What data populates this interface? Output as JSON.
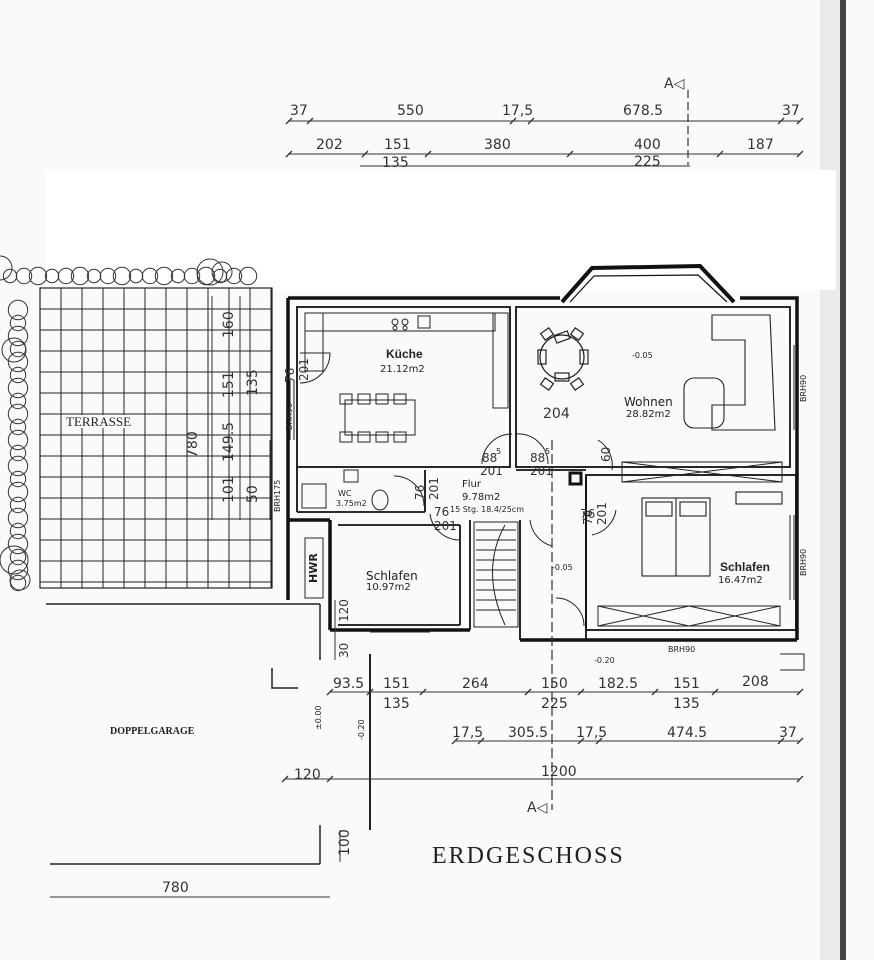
{
  "title": "ERDGESCHOSS",
  "section_marks": {
    "top": "A◁",
    "bottom": "A◁"
  },
  "rooms": {
    "kueche": {
      "name": "Küche",
      "area": "21.12m2"
    },
    "wohnen": {
      "name": "Wohnen",
      "area": "28.82m2"
    },
    "flur": {
      "name": "Flur",
      "area": "9.78m2"
    },
    "stair": "15 Stg. 18.4/25cm",
    "wc": {
      "name": "WC",
      "area": "3.75m2"
    },
    "schlafen_left": {
      "name": "Schlafen",
      "area": "10.97m2"
    },
    "schlafen_right": {
      "name": "Schlafen",
      "area": "16.47m2"
    },
    "hwr": "HWR",
    "terrasse": "TERRASSE",
    "doppelgarage": "DOPPELGARAGE"
  },
  "levels": {
    "l1": "-0.05",
    "l2": "-0.05",
    "l3": "-0.20",
    "l4": "±0.00",
    "l5": "-0.20"
  },
  "brh": {
    "b1": "BRH90",
    "b2": "BRH90",
    "b3": "BRH175",
    "b4": "BRH90",
    "b5": "BRH90"
  },
  "dims_top": {
    "row1": [
      "37",
      "550",
      "17,5",
      "678.5",
      "37"
    ],
    "row2": [
      "202",
      "151",
      "380",
      "400",
      "187"
    ],
    "row2_sub": [
      "135",
      "225"
    ]
  },
  "dims_interior": {
    "kueche_door": [
      "76",
      "201"
    ],
    "wohnen_width": "204",
    "flur_doors": [
      "88",
      "5",
      "201",
      "88",
      "5",
      "201"
    ],
    "chimney": "60",
    "flur_76a": "76",
    "flur_201a": "201",
    "flur_76b": "76",
    "flur_201b": "201",
    "flur_76c": "76",
    "schlafen_r_door": [
      "76",
      "201"
    ],
    "garage_120": "120",
    "garage_30": "30"
  },
  "dims_left": [
    "160",
    "135",
    "151",
    "780",
    "149.5",
    "101",
    "50"
  ],
  "dims_bottom": {
    "row1": [
      "93.5",
      "151",
      "264",
      "150",
      "182.5",
      "151",
      "208"
    ],
    "row1_sub": [
      "135",
      "225",
      "135"
    ],
    "row2": [
      "17,5",
      "305.5",
      "17,5",
      "474.5",
      "37"
    ],
    "row3": [
      "120",
      "1200"
    ],
    "garage_100": "100",
    "garage_780": "780"
  }
}
